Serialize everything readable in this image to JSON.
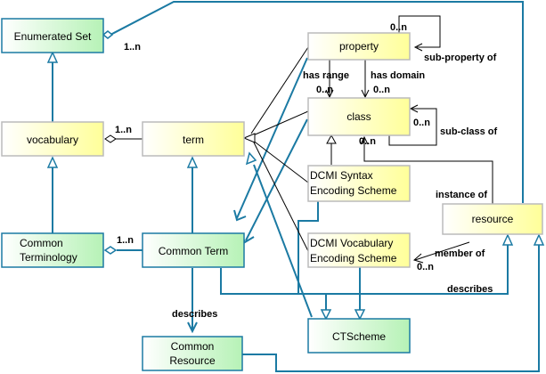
{
  "colors": {
    "blue_line": "#1b7aa3",
    "black_line": "#000000",
    "green_fill": "#ccf5cc",
    "yellow_fill": "#ffffcc",
    "green_border": "#1b7aa3",
    "yellow_border": "#bbbbbb"
  },
  "boxes": {
    "enumerated_set": "Enumerated Set",
    "vocabulary": "vocabulary",
    "term": "term",
    "common_terminology_1": "Common",
    "common_terminology_2": "Terminology",
    "common_term": "Common Term",
    "common_resource_1": "Common",
    "common_resource_2": "Resource",
    "property": "property",
    "class": "class",
    "dcmi_syntax_1": "DCMI Syntax",
    "dcmi_syntax_2": "Encoding Scheme",
    "dcmi_vocab_1": "DCMI Vocabulary",
    "dcmi_vocab_2": "Encoding Scheme",
    "resource": "resource",
    "ctscheme": "CTScheme"
  },
  "labels": {
    "enum_mult": "1..n",
    "vocab_mult": "1..n",
    "ct_mult": "1..n",
    "prop_self_mult": "0..n",
    "sub_property_of": "sub-property of",
    "has_range": "has range",
    "has_range_mult": "0..n",
    "has_domain": "has domain",
    "has_domain_mult": "0..n",
    "class_self_mult": "0..n",
    "sub_class_of": "sub-class of",
    "instance_mult": "0..n",
    "instance_of": "instance of",
    "member_of": "member of",
    "member_mult": "0..n",
    "describes_right": "describes",
    "describes_left": "describes"
  }
}
